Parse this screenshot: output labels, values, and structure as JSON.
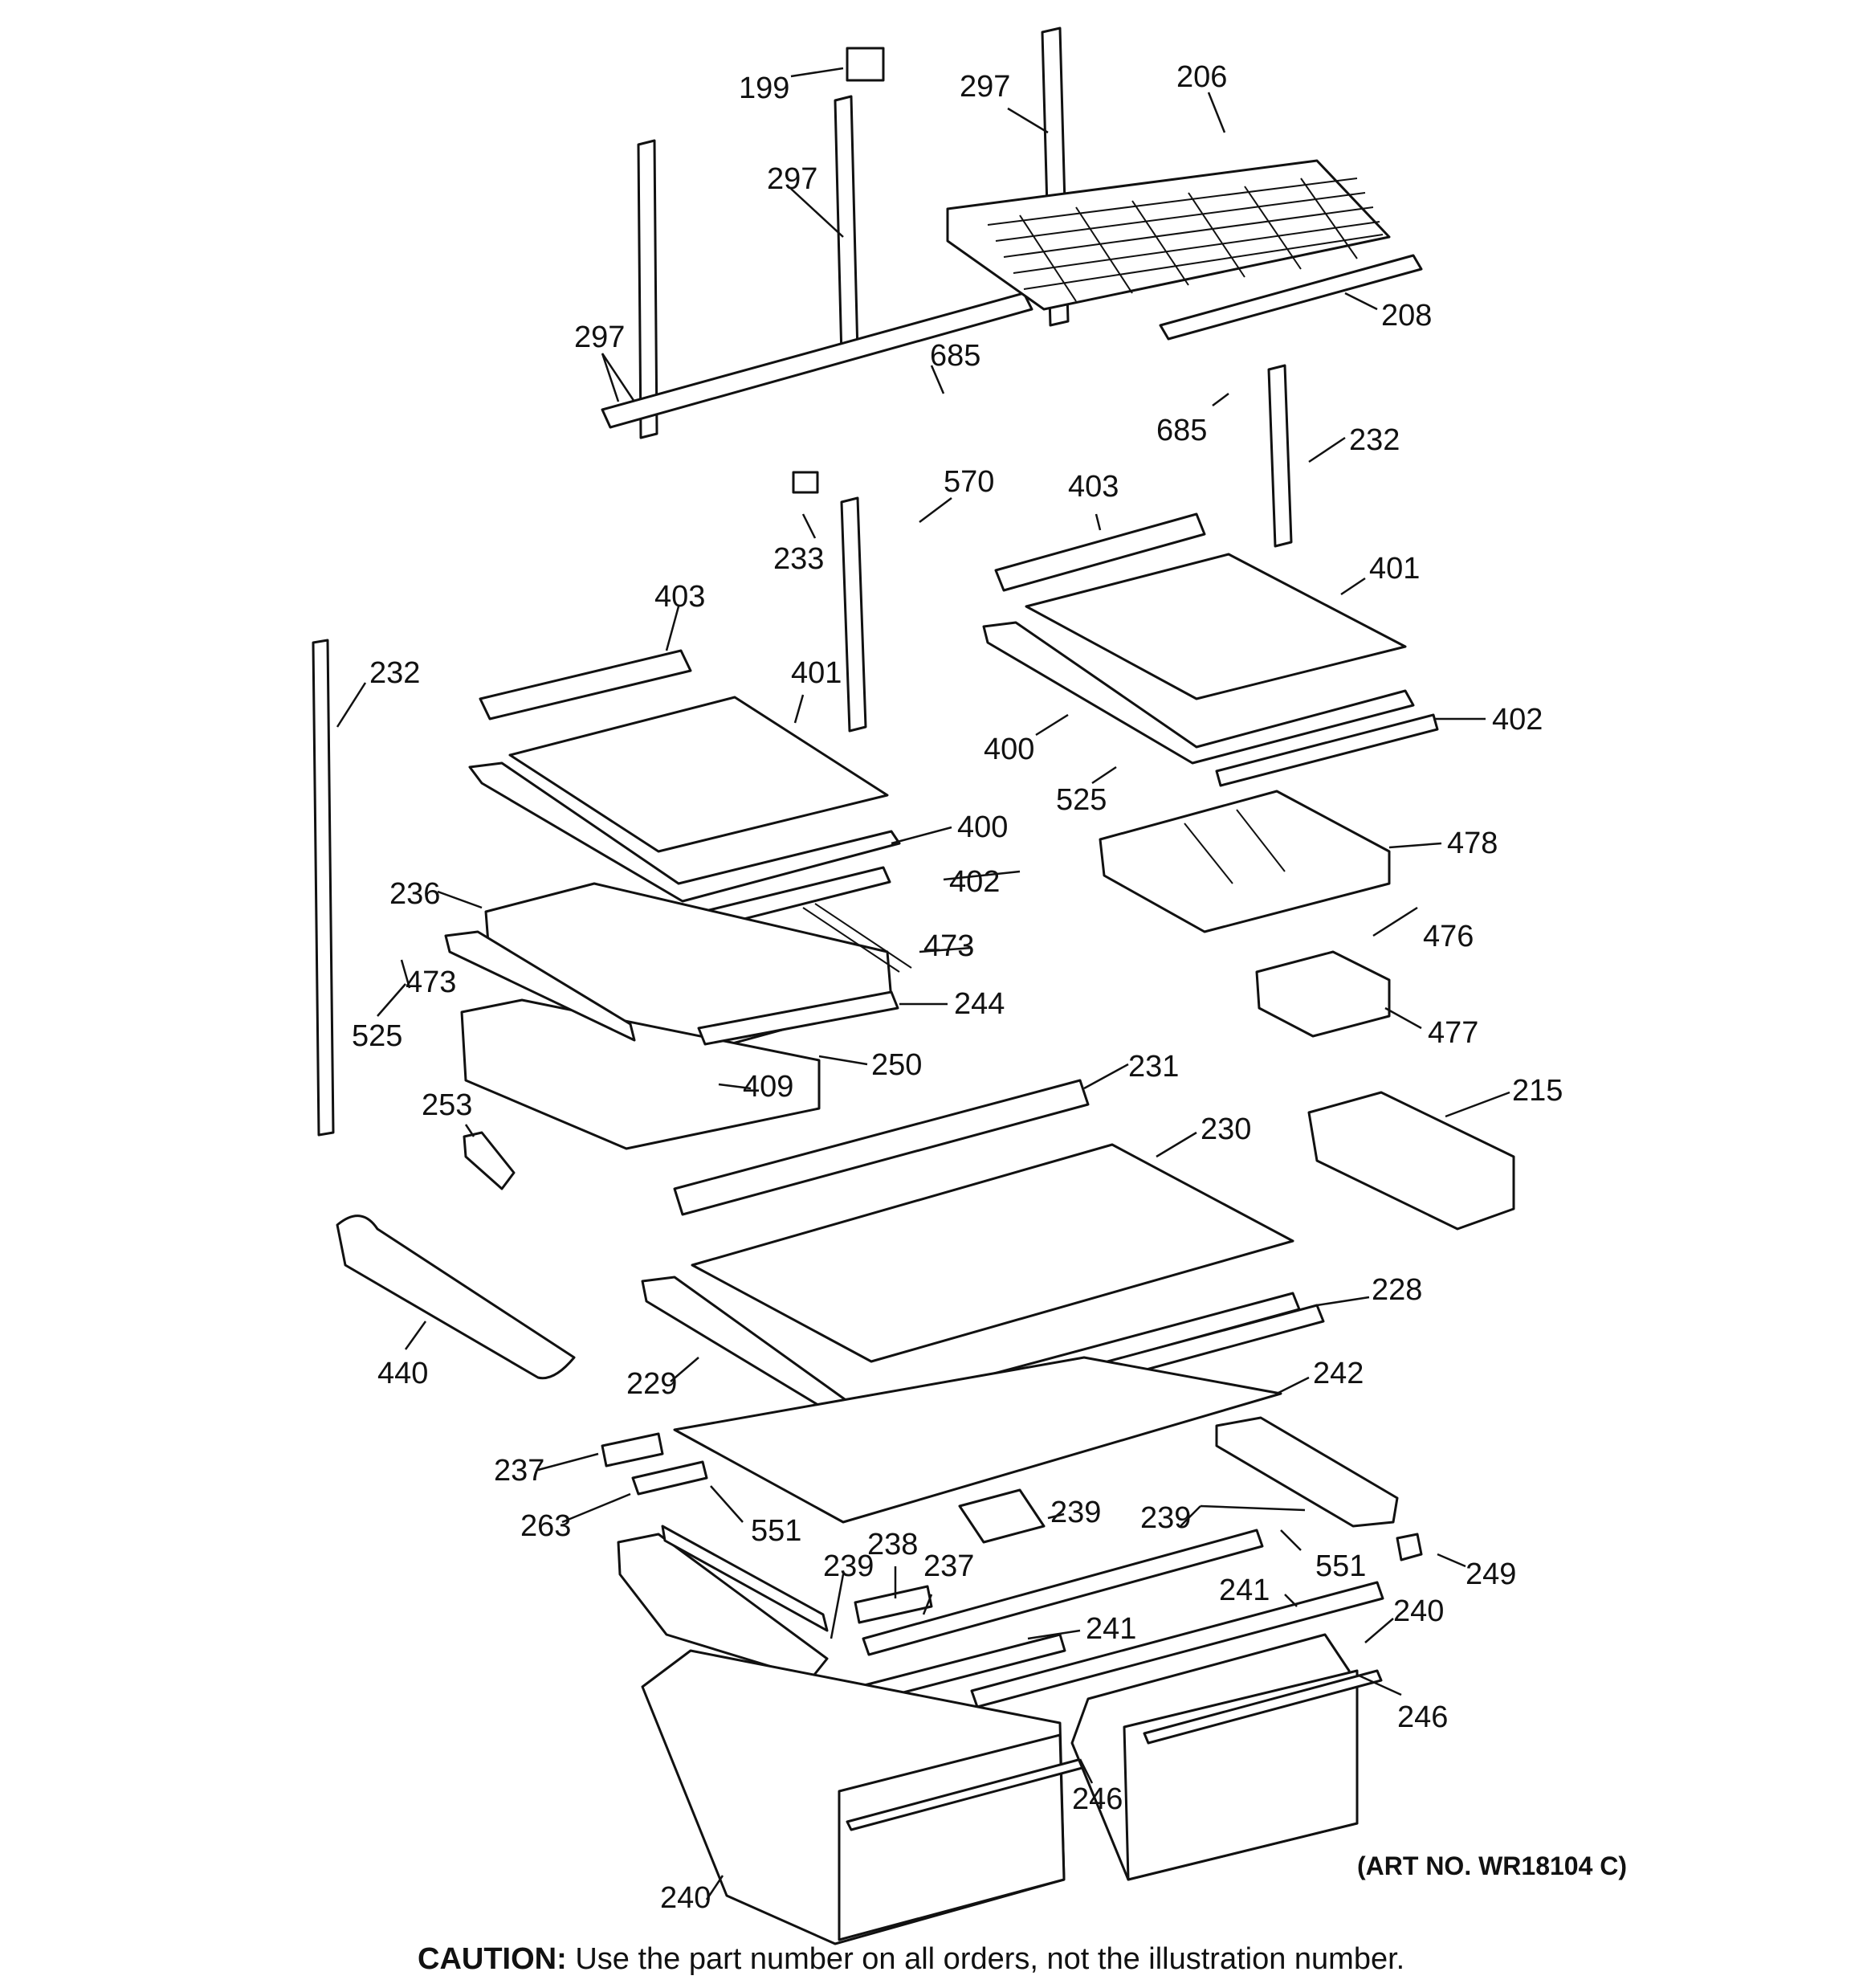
{
  "diagram": {
    "callouts": {
      "c199": "199",
      "c297a": "297",
      "c297b": "297",
      "c297c": "297",
      "c206": "206",
      "c208": "208",
      "c685a": "685",
      "c685b": "685",
      "c232a": "232",
      "c232b": "232",
      "c570": "570",
      "c233": "233",
      "c403a": "403",
      "c403b": "403",
      "c401a": "401",
      "c401b": "401",
      "c400a": "400",
      "c400b": "400",
      "c402a": "402",
      "c402b": "402",
      "c525a": "525",
      "c525b": "525",
      "c478": "478",
      "c236": "236",
      "c473a": "473",
      "c473b": "473",
      "c244": "244",
      "c476": "476",
      "c477": "477",
      "c250": "250",
      "c409": "409",
      "c231": "231",
      "c253": "253",
      "c230": "230",
      "c215": "215",
      "c228": "228",
      "c440": "440",
      "c229": "229",
      "c242": "242",
      "c237a": "237",
      "c237b": "237",
      "c263": "263",
      "c239a": "239",
      "c239b": "239",
      "c239c": "239",
      "c551a": "551",
      "c551b": "551",
      "c238": "238",
      "c241a": "241",
      "c241b": "241",
      "c249": "249",
      "c240a": "240",
      "c240b": "240",
      "c246a": "246",
      "c246b": "246"
    },
    "art_no": "(ART NO. WR18104 C)",
    "caution_label": "CAUTION:",
    "caution_text": " Use the part number on all orders, not the illustration number."
  }
}
